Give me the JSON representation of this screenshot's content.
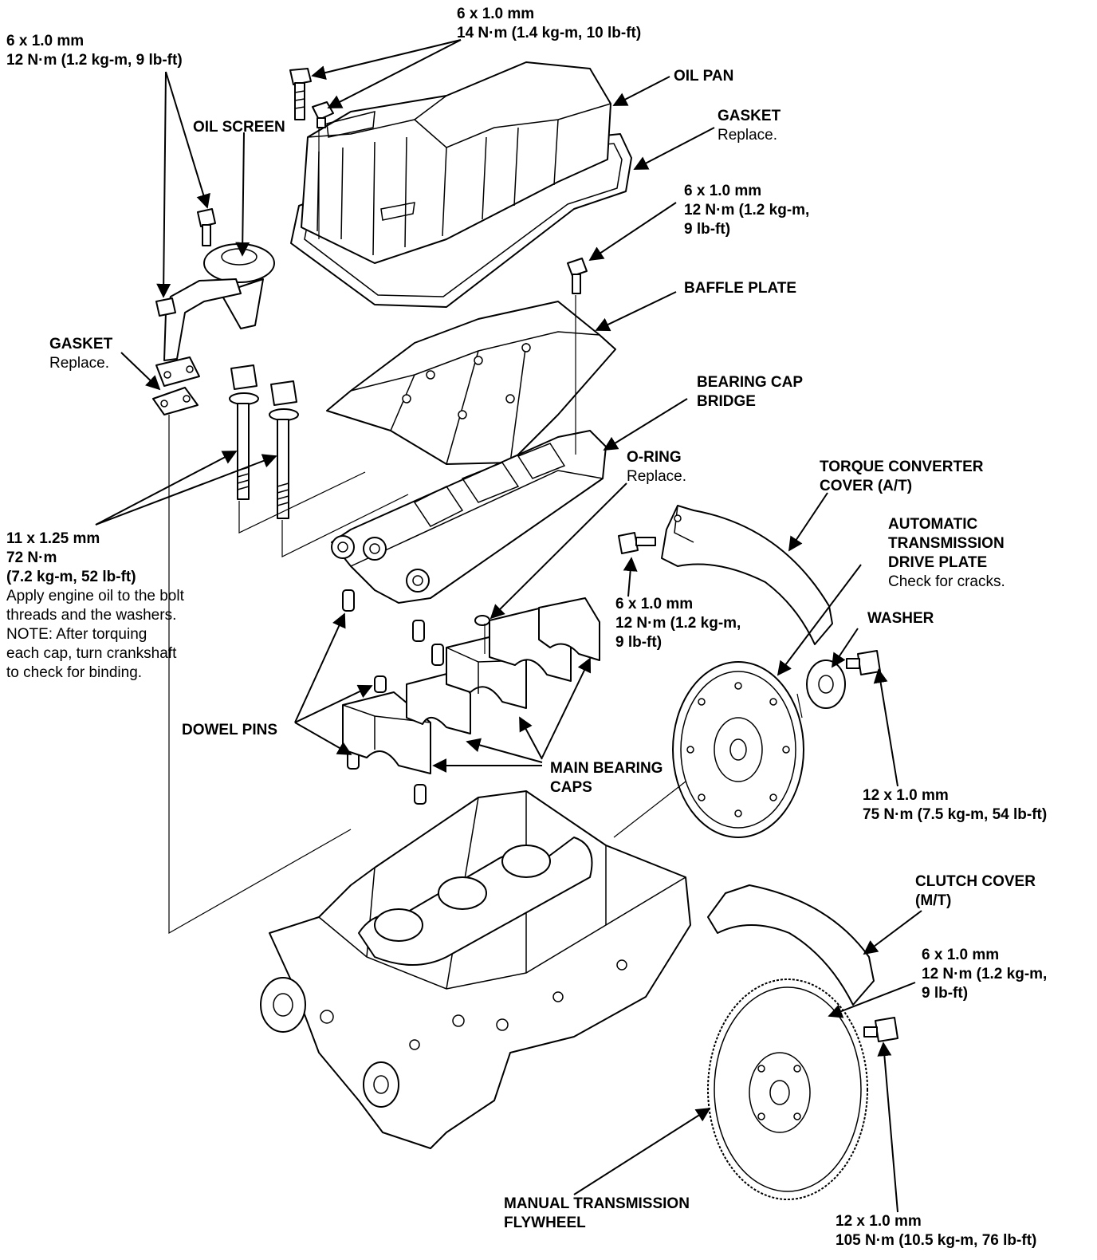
{
  "labels": {
    "oil_pan_bolt_spec": [
      "6 x 1.0 mm",
      "14 N·m (1.4 kg-m, 10 lb-ft)"
    ],
    "oil_screen_bolt_spec": [
      "6 x 1.0 mm",
      "12 N·m (1.2 kg-m, 9 lb-ft)"
    ],
    "oil_pan": "OIL PAN",
    "gasket_top": [
      "GASKET",
      "Replace."
    ],
    "oil_screen": "OIL SCREEN",
    "baffle_bolt_spec": [
      "6 x 1.0 mm",
      "12 N·m (1.2 kg-m,",
      "9 lb-ft)"
    ],
    "baffle_plate": "BAFFLE PLATE",
    "gasket_left": [
      "GASKET",
      "Replace."
    ],
    "bearing_cap_bridge": [
      "BEARING CAP",
      "BRIDGE"
    ],
    "o_ring": [
      "O-RING",
      "Replace."
    ],
    "torque_converter_cover": [
      "TORQUE CONVERTER",
      "COVER (A/T)"
    ],
    "main_bolt_spec": [
      "11 x 1.25 mm",
      "72 N·m",
      "(7.2 kg-m, 52 lb-ft)",
      "Apply engine oil to the bolt",
      "threads and the washers.",
      "NOTE: After torquing",
      "each cap, turn crankshaft",
      "to check for binding."
    ],
    "drive_plate": [
      "AUTOMATIC",
      "TRANSMISSION",
      "DRIVE PLATE",
      "Check for cracks."
    ],
    "converter_bolt_spec": [
      "6 x 1.0 mm",
      "12 N·m (1.2 kg-m,",
      "9 lb-ft)"
    ],
    "washer": "WASHER",
    "dowel_pins": "DOWEL PINS",
    "main_bearing_caps": [
      "MAIN BEARING",
      "CAPS"
    ],
    "drive_plate_bolt_spec": [
      "12 x 1.0 mm",
      "75 N·m (7.5 kg-m, 54 lb-ft)"
    ],
    "clutch_cover": [
      "CLUTCH COVER",
      "(M/T)"
    ],
    "clutch_bolt_spec": [
      "6 x 1.0 mm",
      "12 N·m (1.2 kg-m,",
      "9 lb-ft)"
    ],
    "flywheel": [
      "MANUAL TRANSMISSION",
      "FLYWHEEL"
    ],
    "flywheel_bolt_spec": [
      "12 x 1.0 mm",
      "105 N·m (10.5 kg-m, 76 lb-ft)"
    ]
  }
}
